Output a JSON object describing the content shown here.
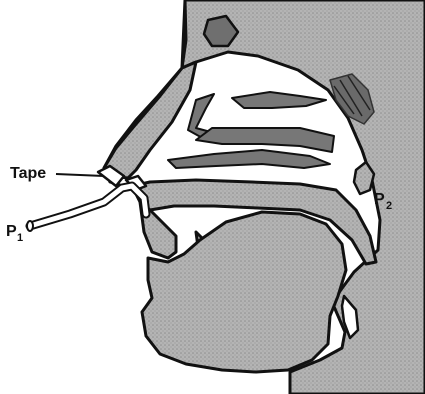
{
  "labels": {
    "tape": "Tape",
    "p1_letter": "P",
    "p1_sub": "1",
    "p2_letter": "P",
    "p2_sub": "2"
  },
  "colors": {
    "tissue": "#a9a9a9",
    "outline": "#111111",
    "airway": "#ffffff"
  }
}
